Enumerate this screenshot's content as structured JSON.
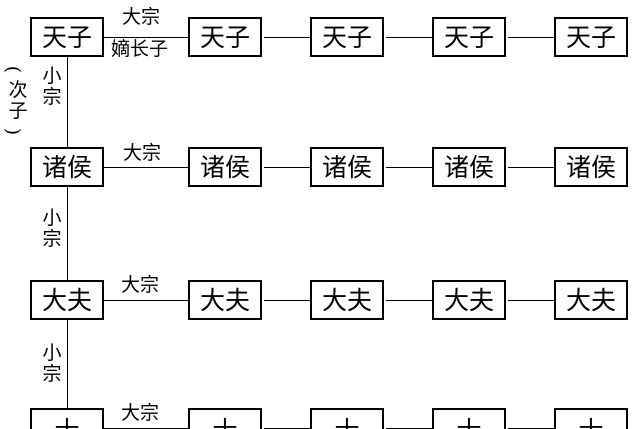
{
  "rows": [
    {
      "nodes": [
        "天子",
        "天子",
        "天子",
        "天子",
        "天子"
      ],
      "edge_label_top": "大宗",
      "edge_label_bottom": "嫡长子"
    },
    {
      "nodes": [
        "诸侯",
        "诸侯",
        "诸侯",
        "诸侯",
        "诸侯"
      ],
      "edge_label_top": "大宗"
    },
    {
      "nodes": [
        "大夫",
        "大夫",
        "大夫",
        "大夫",
        "大夫"
      ],
      "edge_label_top": "大宗"
    },
    {
      "nodes": [
        "士",
        "士",
        "士",
        "士",
        "士"
      ],
      "edge_label_top": "大宗"
    }
  ],
  "vertical_links": [
    {
      "label": "小宗",
      "note": "次子"
    },
    {
      "label": "小宗"
    },
    {
      "label": "小宗"
    }
  ]
}
